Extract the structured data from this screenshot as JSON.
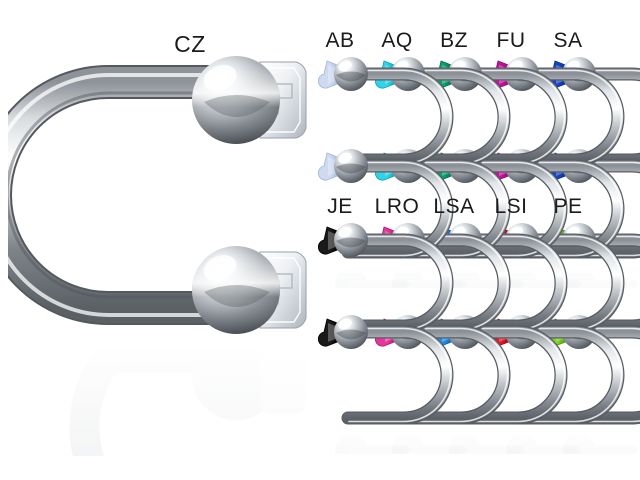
{
  "image": {
    "subject": "circular barbell horseshoe body jewelry",
    "background_color": "#ffffff",
    "label_color": "#1b1b1b",
    "metal_color": "#b9bcc0",
    "metal_highlight": "#ffffff",
    "metal_shadow": "#5d6166"
  },
  "hero": {
    "label": "CZ",
    "gem_name": "clear-cubic-zirconia",
    "gem_color": "#f2f4f6",
    "gem_color_deep": "#c9ced4",
    "ball_count": 2,
    "shape": "horseshoe"
  },
  "rows": [
    {
      "row_id": "row-1",
      "variants": [
        {
          "label": "AB",
          "gem_color": "#cfd9ef",
          "gem_color_deep": "#9fb6dd",
          "gem_name": "aurora-borealis"
        },
        {
          "label": "AQ",
          "gem_color": "#2fd4e6",
          "gem_color_deep": "#0a9fb4",
          "gem_name": "aquamarine"
        },
        {
          "label": "BZ",
          "gem_color": "#08a06d",
          "gem_color_deep": "#046a48",
          "gem_name": "blue-zircon-green"
        },
        {
          "label": "FU",
          "gem_color": "#c6119f",
          "gem_color_deep": "#8a0a6e",
          "gem_name": "fuchsia"
        },
        {
          "label": "SA",
          "gem_color": "#1445c8",
          "gem_color_deep": "#0a2a86",
          "gem_name": "sapphire"
        }
      ]
    },
    {
      "row_id": "row-2",
      "variants": [
        {
          "label": "JE",
          "gem_color": "#1a1a1a",
          "gem_color_deep": "#000000",
          "gem_name": "jet-black"
        },
        {
          "label": "LRO",
          "gem_color": "#e8379b",
          "gem_color_deep": "#a8196a",
          "gem_name": "light-rose"
        },
        {
          "label": "LSA",
          "gem_color": "#1f8ae8",
          "gem_color_deep": "#0b5aa8",
          "gem_name": "light-sapphire"
        },
        {
          "label": "LSI",
          "gem_color": "#e8152a",
          "gem_color_deep": "#9c0713",
          "gem_name": "light-siam-red"
        },
        {
          "label": "PE",
          "gem_color": "#7ad219",
          "gem_color_deep": "#4d9006",
          "gem_name": "peridot"
        }
      ]
    }
  ]
}
